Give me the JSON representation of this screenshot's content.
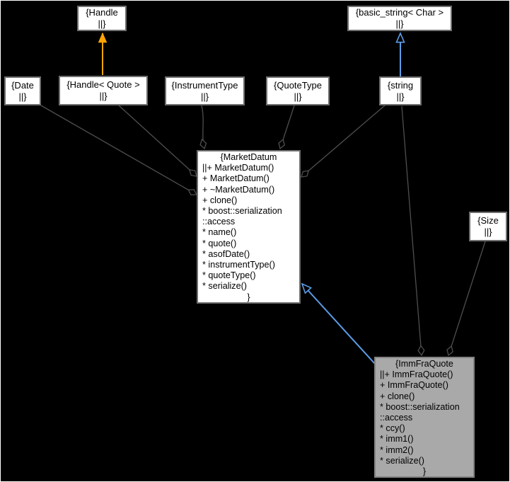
{
  "diagram": {
    "kind": "uml-collaboration-graph",
    "background_color": "#000000",
    "node_fill": "#ffffff",
    "highlight_node_fill": "#a9a9a9",
    "edge_color": "#4f4f4f",
    "inheritance_arrow_color": "#5c9ce6",
    "template_instantiation_arrow_color": "#ffa500"
  },
  "nodes": {
    "handle": {
      "lines": [
        "{Handle",
        "||}"
      ]
    },
    "basic_string_char": {
      "lines": [
        "{basic_string< Char >",
        "||}"
      ]
    },
    "date": {
      "lines": [
        "{Date",
        "||}"
      ]
    },
    "handle_quote": {
      "lines": [
        "{Handle< Quote >",
        "||}"
      ]
    },
    "instrument_type": {
      "lines": [
        "{InstrumentType",
        "||}"
      ]
    },
    "quote_type": {
      "lines": [
        "{QuoteType",
        "||}"
      ]
    },
    "string": {
      "lines": [
        "{string",
        "||}"
      ]
    },
    "size": {
      "lines": [
        "{Size",
        "||}"
      ]
    },
    "market_datum": {
      "lines": [
        "{MarketDatum",
        "||+ MarketDatum()",
        "+ MarketDatum()",
        "+ ~MarketDatum()",
        "+ clone()",
        "* boost::serialization",
        "::access",
        "* name()",
        "* quote()",
        "* asofDate()",
        "* instrumentType()",
        "* quoteType()",
        "* serialize()",
        "}"
      ]
    },
    "imm_fra_quote": {
      "lines": [
        "{ImmFraQuote",
        "||+ ImmFraQuote()",
        "+ ImmFraQuote()",
        "+ clone()",
        "* boost::serialization",
        "::access",
        "* ccy()",
        "* imm1()",
        "* imm2()",
        "* serialize()",
        "}"
      ]
    }
  }
}
